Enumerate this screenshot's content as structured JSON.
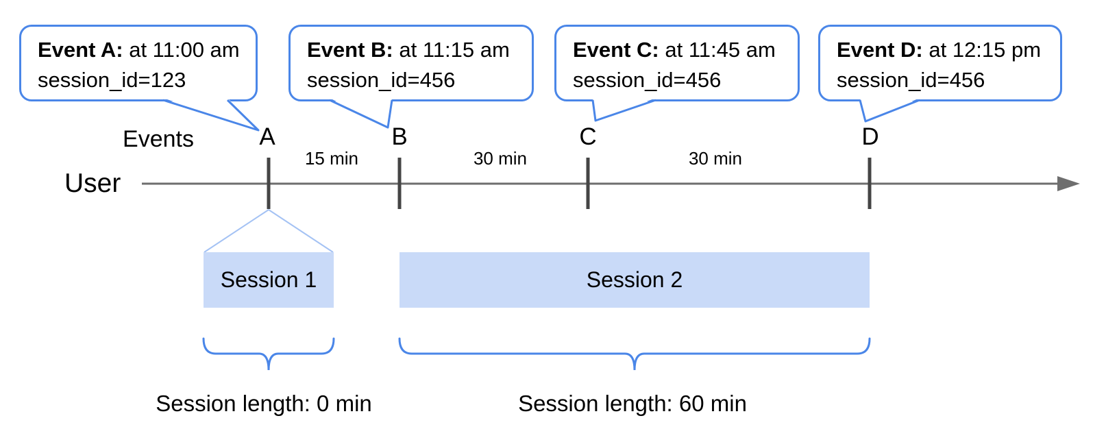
{
  "diagram": {
    "axis": {
      "events_label": "Events",
      "user_label": "User"
    },
    "callouts": [
      {
        "title": "Event A:",
        "time": " at 11:00 am",
        "session_line": "session_id=123"
      },
      {
        "title": "Event B:",
        "time": " at 11:15 am",
        "session_line": "session_id=456"
      },
      {
        "title": "Event C:",
        "time": " at 11:45 am",
        "session_line": "session_id=456"
      },
      {
        "title": "Event D:",
        "time": " at 12:15 pm",
        "session_line": "session_id=456"
      }
    ],
    "event_markers": [
      "A",
      "B",
      "C",
      "D"
    ],
    "intervals": [
      "15 min",
      "30 min",
      "30 min"
    ],
    "sessions": [
      {
        "label": "Session 1",
        "length_label": "Session length: 0 min"
      },
      {
        "label": "Session 2",
        "length_label": "Session length: 60 min"
      }
    ],
    "colors": {
      "callout_border": "#4a86e8",
      "brace": "#4a86e8",
      "session_fill": "#c9daf8",
      "funnel_line": "#a4c2f4",
      "timeline": "#6e6e6e",
      "tick": "#454545"
    }
  }
}
